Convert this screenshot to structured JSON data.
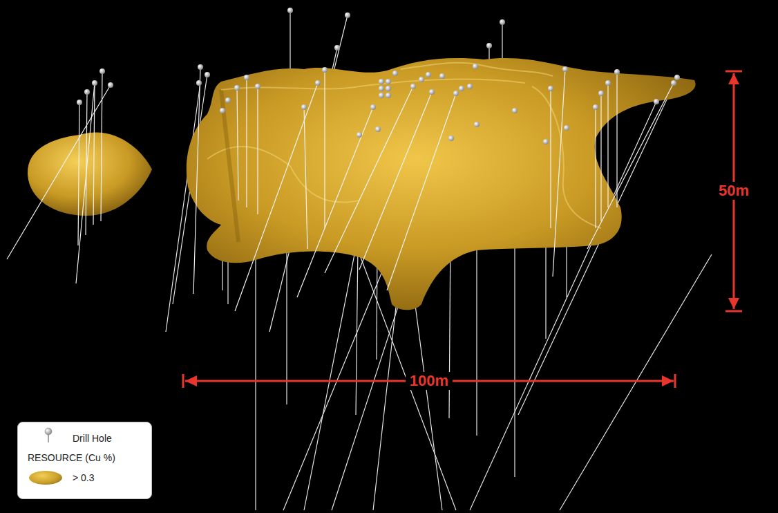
{
  "diagram": {
    "labels": [
      "50m",
      "100m"
    ],
    "legend": [
      {
        "text": "Drill Hole"
      },
      {
        "text": "RESOURCE (Cu %)"
      },
      {
        "text": "> 0.3",
        "color": "#c9a02a"
      }
    ]
  }
}
